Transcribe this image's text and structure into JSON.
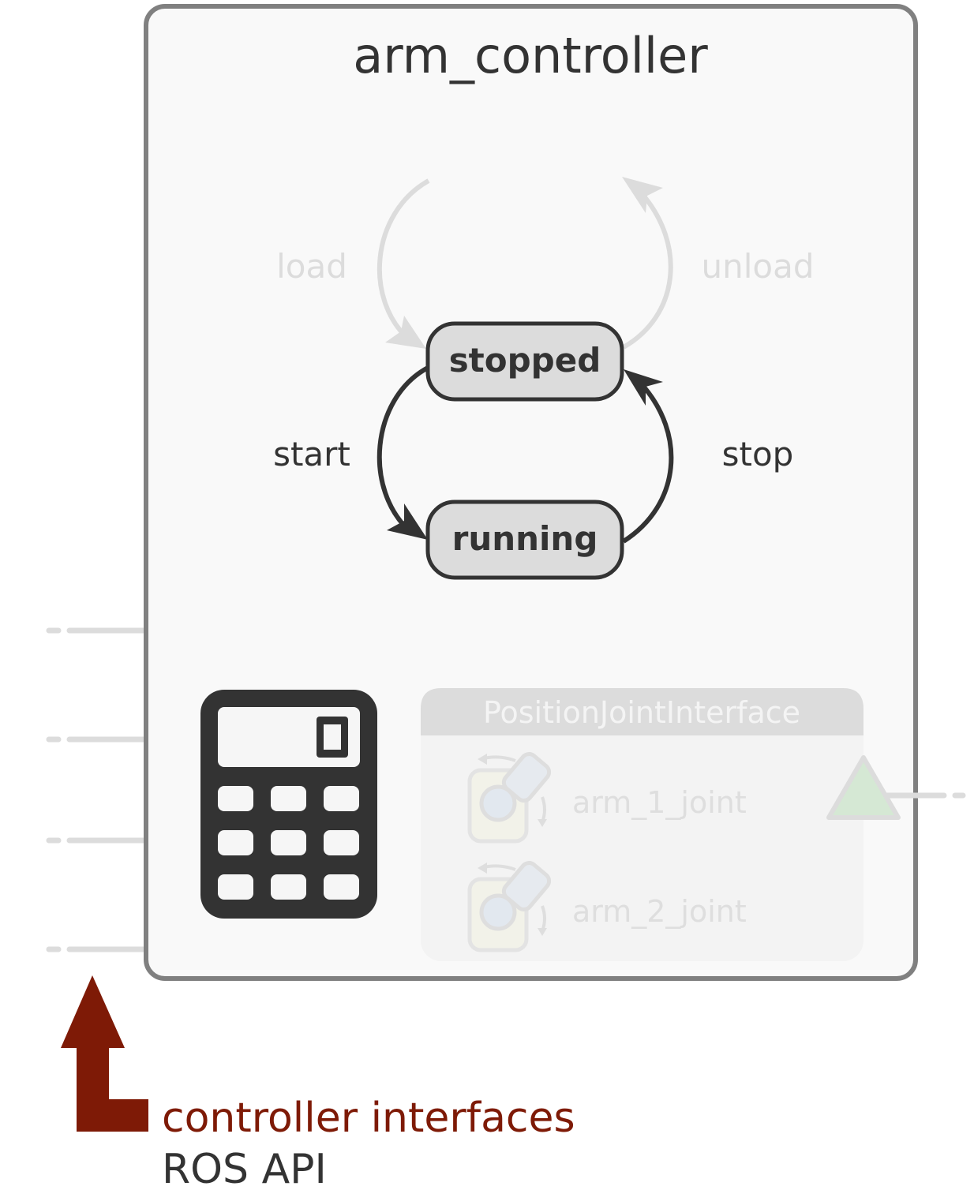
{
  "controller": {
    "title": "arm_controller"
  },
  "lifecycle": {
    "transitions": {
      "load": "load",
      "unload": "unload",
      "start": "start",
      "stop": "stop"
    },
    "states": {
      "stopped": "stopped",
      "running": "running"
    }
  },
  "interface": {
    "title": "PositionJointInterface",
    "joints": [
      {
        "label": "arm_1_joint"
      },
      {
        "label": "arm_2_joint"
      }
    ]
  },
  "legend": {
    "primary": "controller interfaces",
    "secondary": "ROS API"
  },
  "icons": {
    "controller": "calculator-icon",
    "joint": "revolute-joint-icon",
    "port": "triangle-port-icon",
    "legend_arrow": "corner-arrow-icon"
  },
  "colors": {
    "frame_border": "#808080",
    "frame_fill": "#f9f9f9",
    "active": "#333333",
    "faded": "#dcdcdc",
    "state_fill": "#dcdcdc",
    "legend_primary": "#7e1a06",
    "port_fill": "#d5e8d4"
  }
}
